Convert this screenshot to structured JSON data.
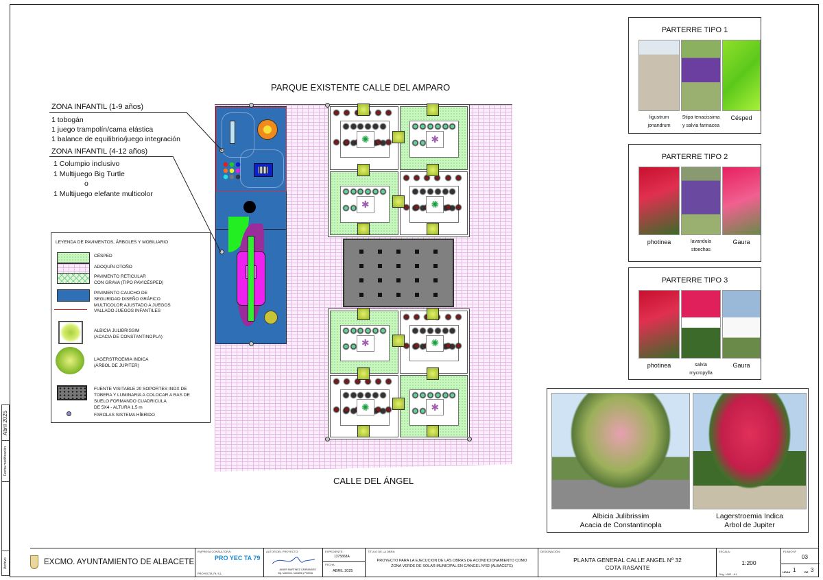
{
  "plan": {
    "top_street": "PARQUE EXISTENTE CALLE DEL AMPARO",
    "bottom_street": "CALLE DEL ÁNGEL"
  },
  "zones": [
    {
      "title": "ZONA INFANTIL (1-9 años)",
      "items": [
        "1 tobogán",
        "1 juego trampolín/cama elástica",
        "1 balance de equilibrio/juego integración"
      ]
    },
    {
      "title": "ZONA INFANTIL (4-12 años)",
      "items": [
        "1 Columpio inclusivo",
        "1 Multijuego Big Turtle",
        "o",
        "1 Multijuego elefante multicolor"
      ]
    }
  ],
  "legend": {
    "title": "LEYENDA DE PAVIMENTOS, ÁRBOLES Y MOBILIARIO",
    "items": [
      {
        "key": "grass",
        "label": "CÉSPED"
      },
      {
        "key": "cobble",
        "label": "ADOQUÍN OTOÑO"
      },
      {
        "key": "grid",
        "label": "PAVIMENTO RETICULAR\nCON GRAVA (TIPO PAVICÉSPED)"
      },
      {
        "key": "rubber",
        "label": "PAVIMENTO CAUCHO DE\nSEGURIDAD DISEÑO GRÁFICO\nMULTICOLOR AJUSTADO A JUEGOS"
      },
      {
        "key": "fence",
        "label": "VALLADO JUEGOS INFANTILES"
      },
      {
        "key": "albizia",
        "label": "ALBICIA JULIBRISSIM\n(ACACIA DE CONSTANTINOPLA)"
      },
      {
        "key": "lager",
        "label": "LAGERSTROEMIA INDICA\n(ÁRBOL DE JÚPITER)"
      },
      {
        "key": "fountain",
        "label": "FUENTE VISITABLE 20 SOPORTES INOX DE\nTOBERA Y LUMINARIA A COLOCAR A RAS DE\nSUELO FORMANDO CUADRICULA\nDE 5X4 - ALTURA 1,5 m"
      },
      {
        "key": "lamp",
        "label": "FAROLAS SISTEMA HÍBRIDO"
      }
    ]
  },
  "parterres": [
    {
      "title": "PARTERRE TIPO 1",
      "plants": [
        "ligustrum\njonandrum",
        "Stipa tenacissima\ny salvia farinacea",
        "Césped"
      ]
    },
    {
      "title": "PARTERRE TIPO 2",
      "plants": [
        "photinea",
        "lavandula\nstoechas",
        "Gaura"
      ]
    },
    {
      "title": "PARTERRE TIPO 3",
      "plants": [
        "photinea",
        "salvia\nmycropylla",
        "Gaura"
      ]
    }
  ],
  "trees": [
    {
      "name": "Albicia Julibrissim",
      "common": "Acacia de Constantinopla"
    },
    {
      "name": "Lagerstroemia Indica",
      "common": "Arbol de Jupiter"
    }
  ],
  "side_strip": {
    "archivo": "Archivo",
    "fecha_label": "Fecha modificación",
    "fecha": "Abril 2025"
  },
  "title_block": {
    "client": "EXCMO. AYUNTAMIENTO DE ALBACETE",
    "consultora_label": "EMPRESA CONSULTORA:",
    "consultora": "PROYECTA 79, S.L.",
    "consultora_logo": "PRO YEC TA 79",
    "autor_label": "AUTOR DEL PROYECTO:",
    "autor": "JAVIER MARTINEZ CARRANDES",
    "autor_title": "Ing. Caminos, Canales y Puertos",
    "expediente_label": "EXPEDIENTE:",
    "expediente": "1375868A",
    "fecha_label": "FECHA:",
    "fecha": "ABRIL 2025",
    "obra_label": "TÍTULO DE LA OBRA:",
    "obra": "PROYECTO PARA LA EJECUCION DE LAS OBRAS DE ACONDICIONAMIENTO COMO\nZONA VERDE DE SOLAR MUNICIPAL EN C/ANGEL Nº32 (ALBACETE)",
    "designacion_label": "DESIGNACIÓN:",
    "designacion_1": "PLANTA GENERAL CALLE ANGEL Nº 32",
    "designacion_2": "COTA RASANTE",
    "escala_label": "ESCALA:",
    "escala": "1:200",
    "escala_note": "Orig. UNE - A1",
    "plano_label": "PLANO Nº",
    "plano": "03",
    "hoja_label": "HOJA",
    "hoja": "1",
    "de_label": "DE",
    "de": "3"
  }
}
